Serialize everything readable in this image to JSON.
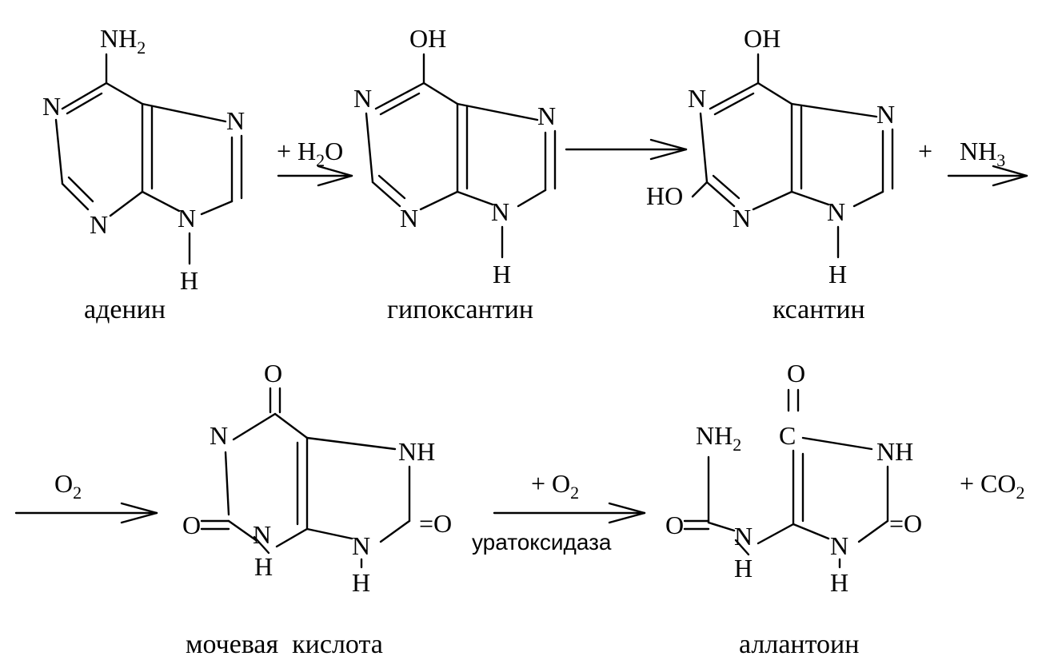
{
  "adenine": {
    "nh2": "NH",
    "nh2_sub": "2",
    "n1": "N",
    "n3": "N",
    "n7": "N",
    "n9": "N",
    "h9": "H",
    "name": "аденин"
  },
  "step1": {
    "reagent": "+ H",
    "reagent_sub": "2",
    "reagent_end": "O"
  },
  "hypoxanthine": {
    "oh": "OH",
    "n1": "N",
    "n3": "N",
    "n7": "N",
    "n9": "N",
    "h9": "H",
    "name": "гипоксантин"
  },
  "xanthine": {
    "oh": "OH",
    "ho": "HO",
    "n1": "N",
    "n3": "N",
    "n7": "N",
    "n9": "N",
    "h9": "H",
    "name": "ксантин"
  },
  "step3": {
    "plus": "+",
    "product": "NH",
    "product_sub": "3"
  },
  "step4": {
    "reagent": "O",
    "reagent_sub": "2"
  },
  "uric_acid": {
    "o6": "O",
    "n1": "N",
    "o2": "O",
    "n3": "N",
    "h3": "H",
    "nh7": "NH",
    "o8": "=O",
    "n9": "N",
    "h9": "H",
    "name": "мочевая  кислота"
  },
  "step5": {
    "reagent": "+ O",
    "reagent_sub": "2",
    "enzyme": "уратоксидаза"
  },
  "allantoin": {
    "o_top": "O",
    "c": "C",
    "nh2": "NH",
    "nh2_sub": "2",
    "nh_ring": "NH",
    "o_left": "O",
    "n_left": "N",
    "h_left": "H",
    "o_right": "=O",
    "n_bottom": "N",
    "h_bottom": "H",
    "name": "аллантоин"
  },
  "byproduct": {
    "text": "+ CO",
    "sub": "2"
  }
}
